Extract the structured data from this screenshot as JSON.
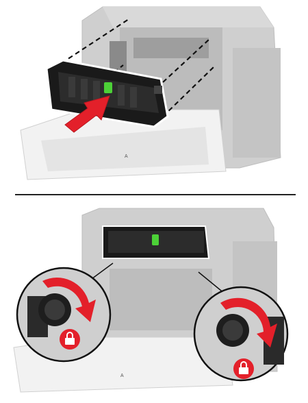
{
  "figure": {
    "step_top": {
      "printer_door_label": "A",
      "arrow_color": "#e3202a",
      "latch_color": "#4cd137",
      "highlight": "insert-fuser"
    },
    "step_bottom": {
      "printer_door_label": "A",
      "arrow_color": "#e3202a",
      "lock_badge_color": "#e3202a",
      "latch_color": "#4cd137",
      "highlight": "lock-fuser-knobs"
    }
  }
}
